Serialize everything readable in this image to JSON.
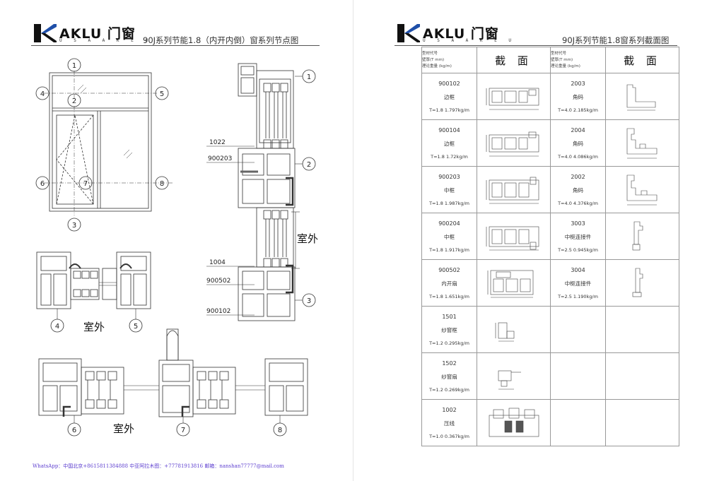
{
  "brand": {
    "name": "AKLU 门窗",
    "tagline": "U S A   A K L U"
  },
  "left_page": {
    "title": "90J系列节能1.8（内开内倒）窗系列节点图",
    "callouts": [
      "1",
      "2",
      "3",
      "4",
      "5",
      "6",
      "7",
      "8"
    ],
    "outdoor_label": "室外",
    "profile_labels": [
      "1022",
      "900203",
      "1004",
      "900502",
      "900102"
    ]
  },
  "right_page": {
    "title": "90J系列节能1.8窗系列截面图",
    "header": {
      "meta_lines": [
        "型材代号",
        "壁厚(T mm)",
        "理论重量 (kg/m)"
      ],
      "section_label": "截 面"
    },
    "left_rows": [
      {
        "code": "900102",
        "name": "边框",
        "spec": "T=1.8   1.797kg/m"
      },
      {
        "code": "900104",
        "name": "边框",
        "spec": "T=1.8   1.72kg/m"
      },
      {
        "code": "900203",
        "name": "中框",
        "spec": "T=1.8   1.987kg/m"
      },
      {
        "code": "900204",
        "name": "中框",
        "spec": "T=1.8   1.917kg/m"
      },
      {
        "code": "900502",
        "name": "内开扇",
        "spec": "T=1.8   1.651kg/m"
      },
      {
        "code": "1501",
        "name": "纱窗框",
        "spec": "T=1.2   0.295kg/m"
      },
      {
        "code": "1502",
        "name": "纱窗扇",
        "spec": "T=1.2   0.269kg/m"
      },
      {
        "code": "1002",
        "name": "压线",
        "spec": "T=1.0   0.367kg/m"
      }
    ],
    "right_rows": [
      {
        "code": "2003",
        "name": "角码",
        "spec": "T=4.0   2.185kg/m"
      },
      {
        "code": "2004",
        "name": "角码",
        "spec": "T=4.0   4.086kg/m"
      },
      {
        "code": "2002",
        "name": "角码",
        "spec": "T=4.0   4.376kg/m"
      },
      {
        "code": "3003",
        "name": "中梃连接件",
        "spec": "T=2.5   0.945kg/m"
      },
      {
        "code": "3004",
        "name": "中梃连接件",
        "spec": "T=2.5   1.190kg/m"
      },
      {
        "code": "",
        "name": "",
        "spec": ""
      },
      {
        "code": "",
        "name": "",
        "spec": ""
      },
      {
        "code": "",
        "name": "",
        "spec": ""
      }
    ]
  },
  "footer": {
    "contact": "WhatsApp：中国北京+8615811384888 中亚阿拉木图：+77781913816 邮箱：nanshan77777@mail.com"
  },
  "colors": {
    "footer": "#5b3ccf",
    "line": "#333333",
    "accent": "#111111"
  }
}
